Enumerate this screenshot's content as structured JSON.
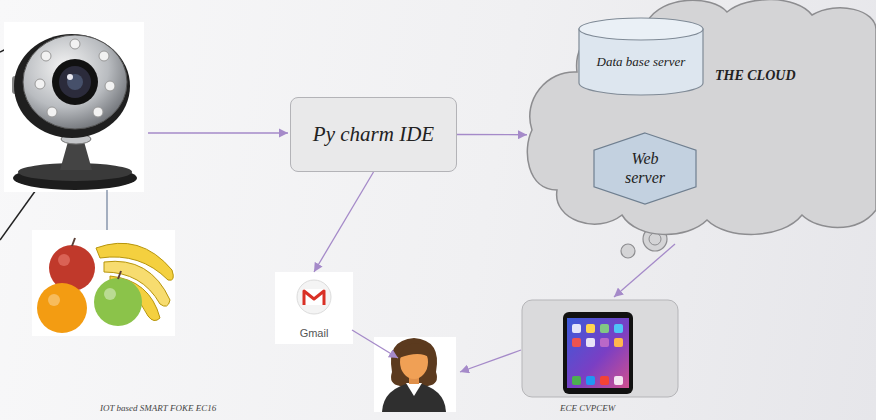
{
  "diagram": {
    "nodes": [
      {
        "text": [
          "Py charm IDE"
        ]
      },
      {
        "text": [
          "THE CLOUD"
        ]
      },
      {
        "text": [
          "Data base server"
        ],
        "in": 1
      },
      {
        "text": [
          "Web server"
        ],
        "in": 1
      },
      {
        "text": [
          "Gmail"
        ]
      }
    ],
    "edges": [
      {
        "from": 0,
        "to": 1,
        "arrow": "to"
      },
      {
        "from": 0,
        "to": 4,
        "arrow": "to"
      }
    ],
    "labels": [
      "IOT based SMART FOKE EC16",
      "ECE CVPCEW"
    ]
  }
}
